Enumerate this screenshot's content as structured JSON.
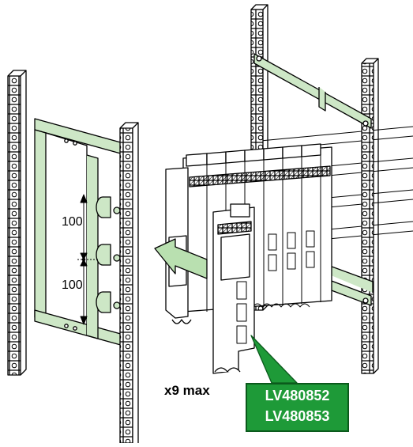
{
  "dimensions": {
    "upper": "100",
    "lower": "100"
  },
  "quantity_note": "x9 max",
  "references": [
    "LV480852",
    "LV480853"
  ],
  "colors": {
    "rail_fill": "#cde7c6",
    "line": "#000000",
    "arrow_green": "#b9e0b0",
    "callout_green": "#1e9a38",
    "callout_text": "#ffffff"
  }
}
